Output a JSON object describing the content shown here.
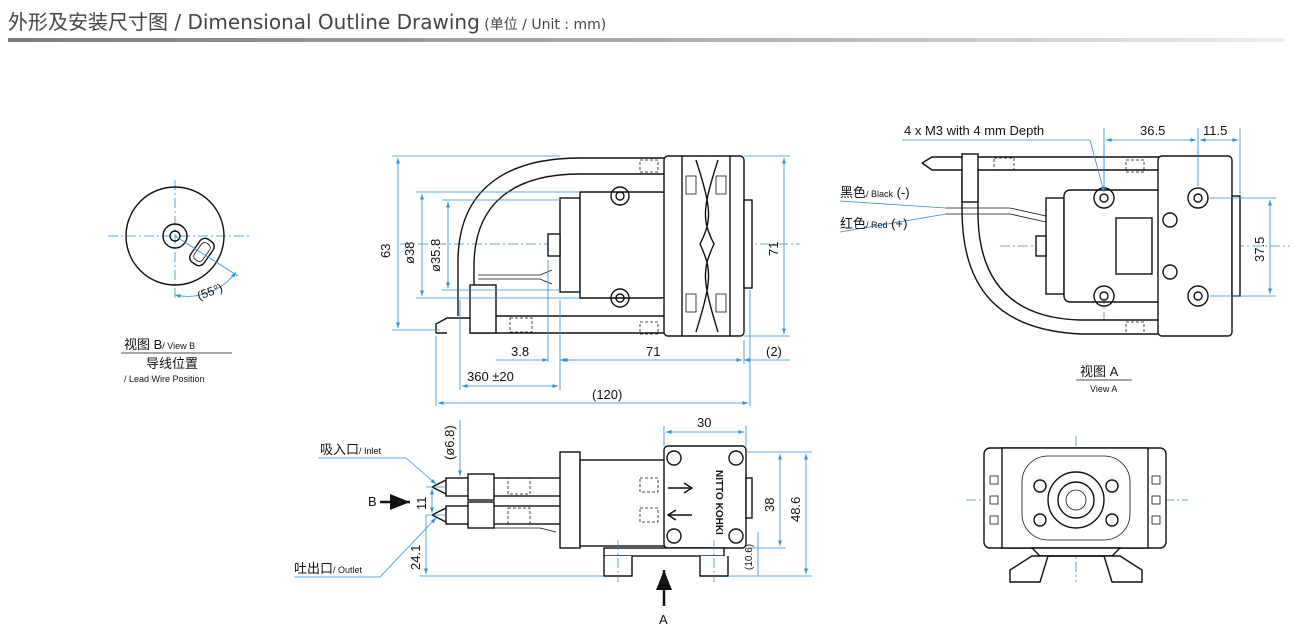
{
  "header": {
    "title_cn": "外形及安装尺寸图",
    "title_sep": " / ",
    "title_en": "Dimensional Outline Drawing",
    "unit": " (单位 / Unit : mm)"
  },
  "colors": {
    "outline": "#111111",
    "dimension_line": "#2a8fd8",
    "header_text": "#444444",
    "header_rule": "#9a9a9a"
  },
  "view_b": {
    "angle": "(55°)",
    "caption_cn": "视图 B",
    "caption_en": "/ View B",
    "sub_cn": "导线位置",
    "sub_en": "/ Lead Wire Position"
  },
  "side_view": {
    "dim_63": "63",
    "dim_dia38": "ø38",
    "dim_dia35_8": "ø35.8",
    "dim_71_v": "71",
    "dim_3_8": "3.8",
    "dim_71_h": "71",
    "dim_2": "(2)",
    "dim_360": "360 ±20",
    "dim_120": "(120)"
  },
  "view_a": {
    "holes": "4 x M3 with 4 mm Depth",
    "dim_36_5": "36.5",
    "dim_11_5": "11.5",
    "dim_37_5": "37.5",
    "black_cn": "黑色",
    "black_en": "/ Black",
    "black_sign": " (-)",
    "red_cn": "红色",
    "red_en": "/ Red",
    "red_sign": " (+)",
    "caption": "视图 A",
    "caption_en": "View A"
  },
  "bottom_view": {
    "dim_30": "30",
    "dim_dia6_8": "(ø6.8)",
    "inlet_cn": "吸入口",
    "inlet_en": "/ Inlet",
    "arrow_b": "B",
    "dim_11": "11",
    "dim_38": "38",
    "dim_48_6": "48.6",
    "dim_10_6": "(10.6)",
    "dim_24_1": "24.1",
    "outlet_cn": "吐出口",
    "outlet_en": "/ Outlet",
    "arrow_a": "A",
    "brand": "NITTO KOHKI"
  }
}
